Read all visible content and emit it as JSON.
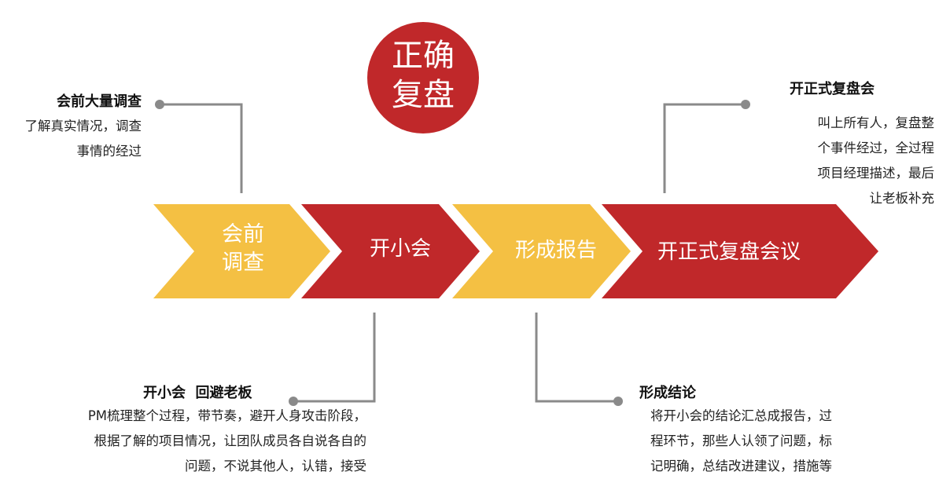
{
  "center_title": {
    "line1": "正确",
    "line2": "复盘"
  },
  "stages": [
    {
      "label_line1": "会前",
      "label_line2": "调查",
      "color": "#F4C043"
    },
    {
      "label_line1": "开小会",
      "label_line2": "",
      "color": "#C0282A"
    },
    {
      "label_line1": "形成报告",
      "label_line2": "",
      "color": "#F4C043"
    },
    {
      "label_line1": "开正式复盘会议",
      "label_line2": "",
      "color": "#C0282A"
    }
  ],
  "notes": {
    "pre_meeting": {
      "heading": "会前大量调查",
      "lines": [
        "了解真实情况，调查",
        "事情的经过"
      ]
    },
    "small_meeting": {
      "heading": "开小会  回避老板",
      "lines": [
        "PM梳理整个过程，带节奏，避开人身攻击阶段，",
        "根据了解的项目情况，让团队成员各自说各自的",
        "问题，不说其他人，认错，接受"
      ]
    },
    "conclusion": {
      "heading": "形成结论",
      "lines": [
        "将开小会的结论汇总成报告，过",
        "程环节，那些人认领了问题，标",
        "记明确，总结改进建议，措施等"
      ]
    },
    "formal_meeting": {
      "heading": "开正式复盘会",
      "lines": [
        "叫上所有人，复盘整",
        "个事件经过，全过程",
        "项目经理描述，最后",
        "让老板补充"
      ]
    }
  },
  "colors": {
    "accent_red": "#C0282A",
    "accent_yellow": "#F4C043",
    "connector_gray": "#8A8A8A"
  }
}
